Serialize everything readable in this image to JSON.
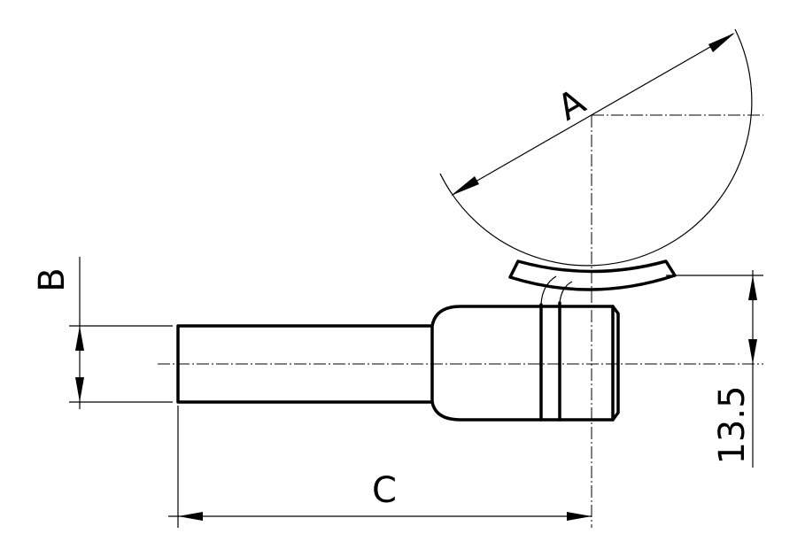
{
  "drawing": {
    "dimensions": {
      "a": "A",
      "b": "B",
      "c": "C",
      "offset": "13.5"
    }
  }
}
